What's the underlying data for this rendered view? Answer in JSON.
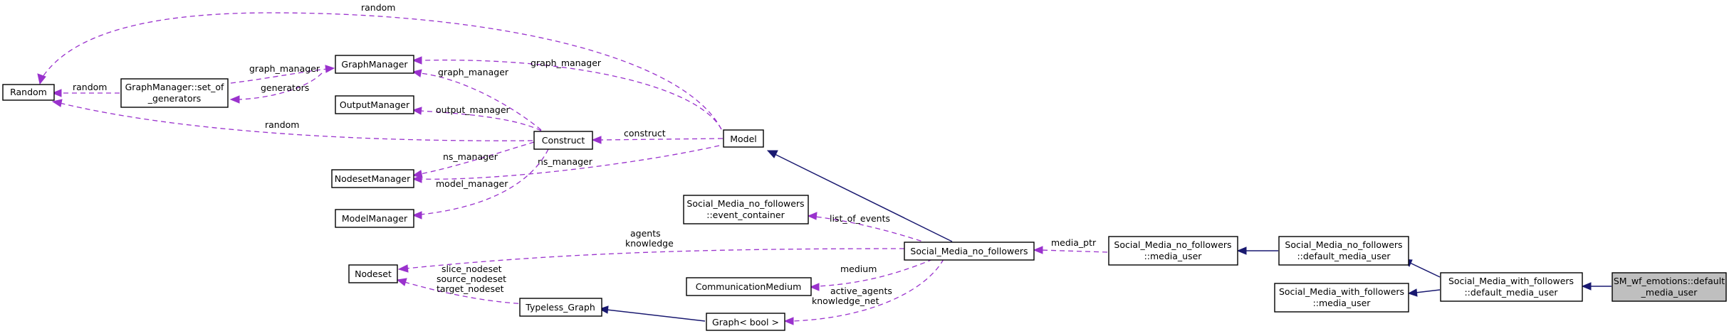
{
  "nodes": {
    "random": [
      "Random"
    ],
    "set_of_generators": [
      "GraphManager::set_of",
      "_generators"
    ],
    "graph_manager": [
      "GraphManager"
    ],
    "output_manager": [
      "OutputManager"
    ],
    "nodeset_manager": [
      "NodesetManager"
    ],
    "model_manager": [
      "ModelManager"
    ],
    "construct": [
      "Construct"
    ],
    "model": [
      "Model"
    ],
    "event_container": [
      "Social_Media_no_followers",
      "::event_container"
    ],
    "nodeset": [
      "Nodeset"
    ],
    "social_media_no_followers": [
      "Social_Media_no_followers"
    ],
    "communication_medium": [
      "CommunicationMedium"
    ],
    "typeless_graph": [
      "Typeless_Graph"
    ],
    "graph_bool": [
      "Graph< bool >"
    ],
    "nf_media_user": [
      "Social_Media_no_followers",
      "::media_user"
    ],
    "nf_default_media_user": [
      "Social_Media_no_followers",
      "::default_media_user"
    ],
    "wf_media_user": [
      "Social_Media_with_followers",
      "::media_user"
    ],
    "wf_default_media_user": [
      "Social_Media_with_followers",
      "::default_media_user"
    ],
    "sm_wf_emotions": [
      "SM_wf_emotions::default",
      "_media_user"
    ]
  },
  "edge_labels": {
    "model_random": [
      "random"
    ],
    "sog_random": [
      "random"
    ],
    "construct_random": [
      "random"
    ],
    "construct_graph_manager": [
      "graph_manager"
    ],
    "model_graph_manager": [
      "graph_manager"
    ],
    "gm_sog": [
      "graph_manager"
    ],
    "sog_gm": [
      "generators"
    ],
    "output_manager": [
      "output_manager"
    ],
    "construct_ns_manager": [
      "ns_manager"
    ],
    "model_ns_manager": [
      "ns_manager"
    ],
    "model_manager": [
      "model_manager"
    ],
    "construct": [
      "construct"
    ],
    "list_of_events": [
      "list_of_events"
    ],
    "agents_knowledge": [
      "agents",
      "knowledge"
    ],
    "graph_nodesets": [
      "slice_nodeset",
      "source_nodeset",
      "target_nodeset"
    ],
    "medium": [
      "medium"
    ],
    "active_agents": [
      "active_agents",
      "knowledge_net"
    ],
    "media_ptr": [
      "media_ptr"
    ]
  },
  "colors": {
    "dependency": "#9a32cd",
    "inheritance": "#191970",
    "selected_fill": "#bfbfbf"
  }
}
